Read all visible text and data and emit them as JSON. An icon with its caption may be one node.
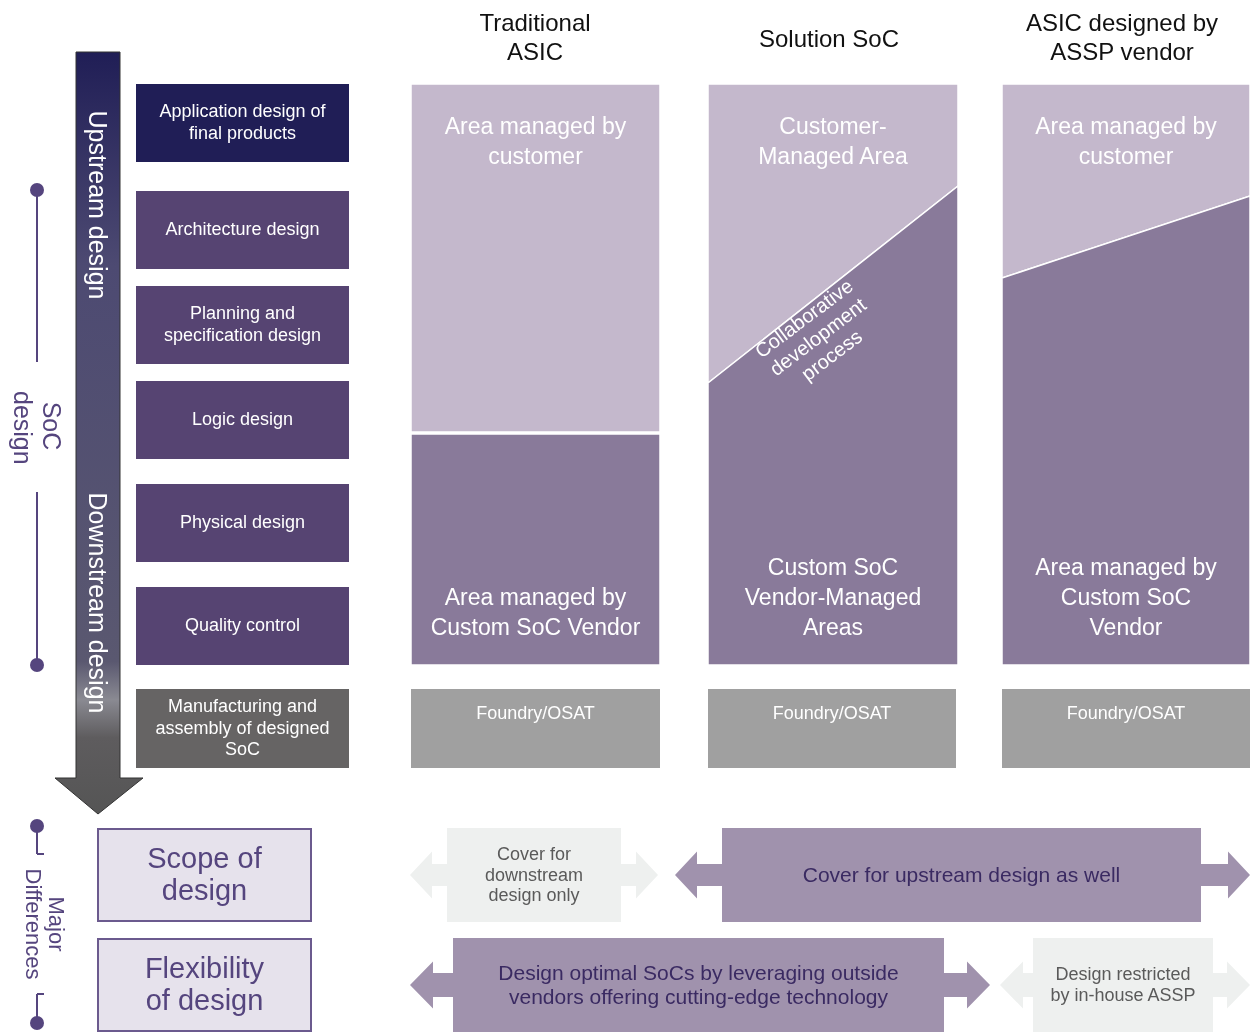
{
  "diagram": {
    "nodes": [
      {
        "text": [
          "Upstream design",
          "Downstream design"
        ]
      },
      {
        "text": [
          "Application design of final products"
        ]
      },
      {
        "text": [
          "Architecture design"
        ]
      },
      {
        "text": [
          "Planning and specification design"
        ]
      },
      {
        "text": [
          "Logic design"
        ]
      },
      {
        "text": [
          "Physical design"
        ]
      },
      {
        "text": [
          "Quality control"
        ]
      },
      {
        "text": [
          "Manufacturing and assembly of designed SoC"
        ]
      },
      {
        "text": [
          "Area managed by customer"
        ]
      },
      {
        "text": [
          "Area managed by Custom SoC Vendor"
        ]
      },
      {
        "text": [
          "Customer-Managed Area"
        ]
      },
      {
        "text": [
          "Custom SoC Vendor-Managed Areas"
        ]
      },
      {
        "text": [
          "Area managed by customer"
        ]
      },
      {
        "text": [
          "Area managed by Custom SoC Vendor"
        ]
      },
      {
        "text": [
          "Foundry/OSAT"
        ]
      },
      {
        "text": [
          "Foundry/OSAT"
        ]
      },
      {
        "text": [
          "Foundry/OSAT"
        ]
      },
      {
        "text": [
          "Scope of design"
        ]
      },
      {
        "text": [
          "Flexibility of design"
        ]
      },
      {
        "text": [
          "Cover for downstream design only"
        ]
      },
      {
        "text": [
          "Cover for upstream design as well"
        ]
      },
      {
        "text": [
          "Design optimal SoCs by leveraging outside vendors offering cutting-edge technology"
        ]
      },
      {
        "text": [
          "Design restricted by in-house ASSP"
        ]
      }
    ],
    "labels": [
      "Traditional ASIC",
      "Solution SoC",
      "ASIC designed by ASSP vendor",
      "SoC design",
      "Collaborative development process",
      "Major Differences"
    ]
  }
}
